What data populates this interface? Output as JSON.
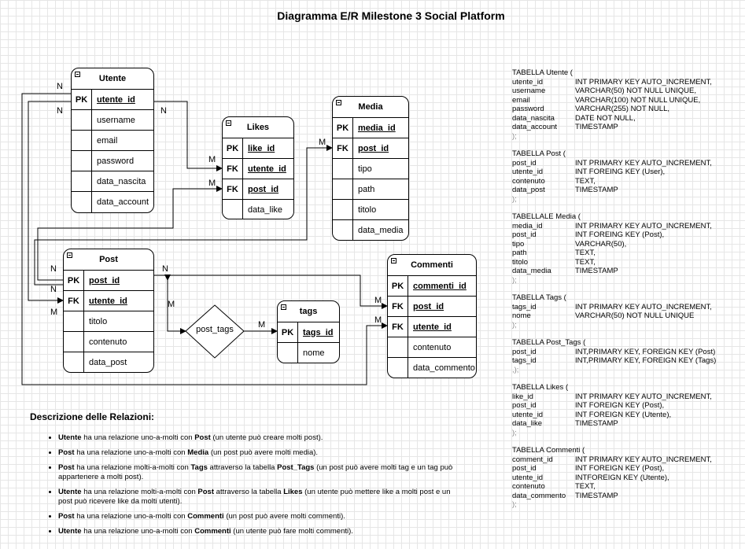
{
  "title": "Diagramma E/R Milestone 3 Social Platform",
  "colors": {
    "line": "#000000",
    "grid": "#e6e6e6",
    "background": "#ffffff"
  },
  "entities": {
    "utente": {
      "name": "Utente",
      "rows": [
        {
          "key": "PK",
          "field": "utente_id"
        },
        {
          "key": "",
          "field": "username"
        },
        {
          "key": "",
          "field": "email"
        },
        {
          "key": "",
          "field": "password"
        },
        {
          "key": "",
          "field": "data_nascita"
        },
        {
          "key": "",
          "field": "data_account"
        }
      ]
    },
    "likes": {
      "name": "Likes",
      "rows": [
        {
          "key": "PK",
          "field": "like_id"
        },
        {
          "key": "FK",
          "field": "utente_id"
        },
        {
          "key": "FK",
          "field": "post_id"
        },
        {
          "key": "",
          "field": "data_like"
        }
      ]
    },
    "media": {
      "name": "Media",
      "rows": [
        {
          "key": "PK",
          "field": "media_id"
        },
        {
          "key": "FK",
          "field": "post_id"
        },
        {
          "key": "",
          "field": "tipo"
        },
        {
          "key": "",
          "field": "path"
        },
        {
          "key": "",
          "field": "titolo"
        },
        {
          "key": "",
          "field": "data_media"
        }
      ]
    },
    "post": {
      "name": "Post",
      "rows": [
        {
          "key": "PK",
          "field": "post_id"
        },
        {
          "key": "FK",
          "field": "utente_id"
        },
        {
          "key": "",
          "field": "titolo"
        },
        {
          "key": "",
          "field": "contenuto"
        },
        {
          "key": "",
          "field": "data_post"
        }
      ]
    },
    "commenti": {
      "name": "Commenti",
      "rows": [
        {
          "key": "PK",
          "field": "commenti_id"
        },
        {
          "key": "FK",
          "field": "post_id"
        },
        {
          "key": "FK",
          "field": "utente_id"
        },
        {
          "key": "",
          "field": "contenuto"
        },
        {
          "key": "",
          "field": "data_commento"
        }
      ]
    },
    "tags": {
      "name": "tags",
      "rows": [
        {
          "key": "PK",
          "field": "tags_id"
        },
        {
          "key": "",
          "field": "nome"
        }
      ]
    }
  },
  "relationship": {
    "name": "post_tags"
  },
  "cardinality": {
    "n": "N",
    "m": "M"
  },
  "description": {
    "heading": "Descrizione delle Relazioni:",
    "items": [
      [
        {
          "t": "Utente",
          "b": true
        },
        {
          "t": " ha una relazione uno-a-molti con "
        },
        {
          "t": "Post",
          "b": true
        },
        {
          "t": " (un utente può creare molti post)."
        }
      ],
      [
        {
          "t": "Post",
          "b": true
        },
        {
          "t": " ha una relazione uno-a-molti con "
        },
        {
          "t": "Media",
          "b": true
        },
        {
          "t": " (un post può avere molti media)."
        }
      ],
      [
        {
          "t": "Post",
          "b": true
        },
        {
          "t": " ha una relazione molti-a-molti con "
        },
        {
          "t": "Tags",
          "b": true
        },
        {
          "t": " attraverso la tabella "
        },
        {
          "t": "Post_Tags",
          "b": true
        },
        {
          "t": " (un post può avere molti tag e un tag può appartenere a molti post)."
        }
      ],
      [
        {
          "t": "Utente",
          "b": true
        },
        {
          "t": " ha una relazione molti-a-molti con "
        },
        {
          "t": "Post",
          "b": true
        },
        {
          "t": " attraverso la tabella "
        },
        {
          "t": "Likes",
          "b": true
        },
        {
          "t": " (un utente può mettere like a molti post e un post può ricevere like da molti utenti)."
        }
      ],
      [
        {
          "t": "Post",
          "b": true
        },
        {
          "t": " ha una relazione uno-a-molti con "
        },
        {
          "t": "Commenti",
          "b": true
        },
        {
          "t": " (un post può avere molti commenti)."
        }
      ],
      [
        {
          "t": "Utente",
          "b": true
        },
        {
          "t": " ha una relazione uno-a-molti con "
        },
        {
          "t": "Commenti",
          "b": true
        },
        {
          "t": " (un utente può fare molti commenti)."
        }
      ]
    ]
  },
  "sql_tables": [
    {
      "header": "TABELLA Utente (",
      "cols": [
        [
          "utente_id",
          "INT PRIMARY KEY AUTO_INCREMENT,"
        ],
        [
          "username",
          "VARCHAR(50) NOT NULL UNIQUE,"
        ],
        [
          "email",
          "VARCHAR(100) NOT NULL UNIQUE,"
        ],
        [
          "password",
          "VARCHAR(255) NOT NULL,"
        ],
        [
          "data_nascita",
          "DATE NOT NULL,"
        ],
        [
          "data_account",
          "TIMESTAMP"
        ]
      ],
      "end": ");"
    },
    {
      "header": "TABELLA Post (",
      "cols": [
        [
          "post_id",
          "INT PRIMARY KEY AUTO_INCREMENT,"
        ],
        [
          "utente_id",
          "INT FOREING KEY (User),"
        ],
        [
          "contenuto",
          "TEXT,"
        ],
        [
          "data_post",
          "TIMESTAMP"
        ]
      ],
      "end": ");"
    },
    {
      "header": "TABELLALE Media (",
      "cols": [
        [
          "media_id",
          "INT PRIMARY KEY AUTO_INCREMENT,"
        ],
        [
          "post_id",
          "INT  FOREING KEY (Post),"
        ],
        [
          "tipo",
          "VARCHAR(50),"
        ],
        [
          "path",
          "TEXT,"
        ],
        [
          "titolo",
          "TEXT,"
        ],
        [
          "data_media",
          "TIMESTAMP"
        ]
      ],
      "end": ");"
    },
    {
      "header": "TABELLA Tags (",
      "cols": [
        [
          "tags_id",
          "INT PRIMARY KEY AUTO_INCREMENT,"
        ],
        [
          "nome",
          "VARCHAR(50) NOT NULL UNIQUE"
        ]
      ],
      "end": ");"
    },
    {
      "header": "TABELLA Post_Tags (",
      "cols": [
        [
          "post_id",
          "INT,PRIMARY KEY, FOREIGN KEY (Post)"
        ],
        [
          "tags_id",
          "INT,PRIMARY KEY, FOREIGN KEY (Tags)"
        ]
      ],
      "end": ",);"
    },
    {
      "header": "TABELLA Likes (",
      "cols": [
        [
          "like_id",
          "INT PRIMARY KEY AUTO_INCREMENT,"
        ],
        [
          "post_id",
          "INT FOREIGN KEY (Post),"
        ],
        [
          "utente_id",
          "INT FOREIGN KEY (Utente),"
        ],
        [
          "data_like",
          "TIMESTAMP"
        ]
      ],
      "end": ");"
    },
    {
      "header": "TABELLA Commenti (",
      "cols": [
        [
          "comment_id",
          "INT PRIMARY KEY AUTO_INCREMENT,"
        ],
        [
          "post_id",
          "INT FOREIGN KEY (Post),"
        ],
        [
          "utente_id",
          "INTFOREIGN KEY (Utente),"
        ],
        [
          "contenuto",
          "TEXT,"
        ],
        [
          "data_commento",
          "TIMESTAMP"
        ]
      ],
      "end": ");"
    }
  ]
}
